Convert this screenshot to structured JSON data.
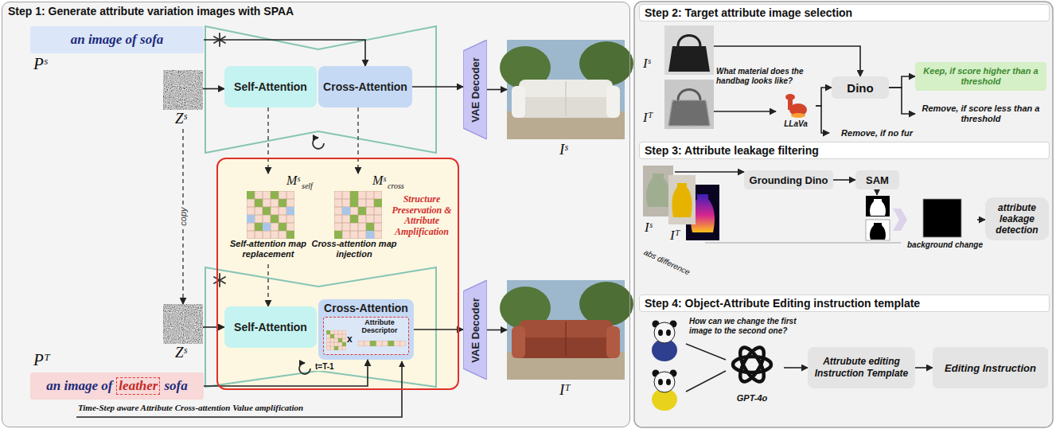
{
  "diagram": {
    "nodes": [
      {
        "text": [
          "Step 1: Generate attribute variation images with SPAA"
        ]
      },
      {
        "text": [
          "an image of sofa"
        ],
        "in": 0
      },
      {
        "text": [
          "Zˢ"
        ],
        "in": 0
      },
      {
        "text": [
          "Self-Attention"
        ],
        "in": 0
      },
      {
        "text": [
          "Cross-Attention"
        ],
        "in": 0
      },
      {
        "text": [
          "VAE Decoder"
        ],
        "in": 0
      },
      {
        "text": [
          "Iˢ"
        ],
        "in": 0
      },
      {
        "text": [
          "Structure Preservation & Attribute Amplification"
        ],
        "in": 0
      },
      {
        "text": [
          "Mˢ",
          "self",
          "Self-attention map replacement"
        ],
        "in": 7
      },
      {
        "text": [
          "Mˢ",
          "cross",
          "Cross-attention map injection"
        ],
        "in": 7
      },
      {
        "text": [
          "Zˢ"
        ],
        "in": 0
      },
      {
        "text": [
          "Self-Attention"
        ],
        "in": 7
      },
      {
        "text": [
          "Cross-Attention"
        ],
        "in": 7
      },
      {
        "text": [
          "Attribute Descriptor"
        ],
        "in": 12
      },
      {
        "text": [
          "VAE Decoder"
        ],
        "in": 0
      },
      {
        "text": [
          "Iᵀ"
        ],
        "in": 0
      },
      {
        "text": [
          "an image of",
          "leather",
          "sofa"
        ],
        "in": 0
      },
      {
        "text": [
          "Step 2: Target attribute image selection"
        ]
      },
      {
        "text": [
          "Iˢ"
        ]
      },
      {
        "text": [
          "Iᵀ"
        ]
      },
      {
        "text": [
          "LLaVa"
        ]
      },
      {
        "text": [
          "Dino"
        ]
      },
      {
        "text": [
          "Keep, if score higher than a threshold"
        ]
      },
      {
        "text": [
          "Remove, if score less than a threshold"
        ]
      },
      {
        "text": [
          "Remove, if no fur"
        ]
      },
      {
        "text": [
          "Step 3: Attribute leakage filtering"
        ]
      },
      {
        "text": [
          "Iˢ"
        ]
      },
      {
        "text": [
          "Iᵀ"
        ]
      },
      {
        "text": [
          "Grounding Dino"
        ]
      },
      {
        "text": [
          "SAM"
        ]
      },
      {
        "text": [
          "background change"
        ]
      },
      {
        "text": [
          "attribute leakage detection"
        ]
      },
      {
        "text": [
          "Step 4: Object-Attribute Editing instruction template"
        ]
      },
      {
        "text": [
          "GPT-4o"
        ]
      },
      {
        "text": [
          "Attrubute editing Instruction Template"
        ]
      },
      {
        "text": [
          "Editing Instruction"
        ]
      }
    ],
    "edges": [
      {
        "from": 1,
        "to": 4,
        "arrow": "to"
      },
      {
        "from": 2,
        "to": 3,
        "arrow": "to"
      },
      {
        "from": 4,
        "to": 5,
        "arrow": "to"
      },
      {
        "from": 5,
        "to": 6,
        "arrow": "to"
      },
      {
        "from": 2,
        "to": 10,
        "label": "copy",
        "arrow": "to"
      },
      {
        "from": 3,
        "to": 8,
        "arrow": "to"
      },
      {
        "from": 4,
        "to": 9,
        "arrow": "to"
      },
      {
        "from": 8,
        "to": 11,
        "arrow": "to"
      },
      {
        "from": 10,
        "to": 11,
        "arrow": "to"
      },
      {
        "from": 12,
        "to": 14,
        "arrow": "to"
      },
      {
        "from": 14,
        "to": 15,
        "arrow": "to"
      },
      {
        "from": 16,
        "to": 12,
        "arrow": "to"
      },
      {
        "from": 18,
        "to": 21,
        "arrow": "to"
      },
      {
        "from": 19,
        "to": 20,
        "arrow": "to"
      },
      {
        "from": 20,
        "to": 21,
        "arrow": "to"
      },
      {
        "from": 20,
        "to": 24,
        "arrow": "to"
      },
      {
        "from": 21,
        "to": 22,
        "arrow": "to"
      },
      {
        "from": 21,
        "to": 23,
        "arrow": "to"
      },
      {
        "from": 26,
        "to": 28,
        "arrow": "to"
      },
      {
        "from": 28,
        "to": 29,
        "arrow": "to"
      },
      {
        "from": 30,
        "to": 31,
        "arrow": "to"
      },
      {
        "from": 33,
        "to": 34,
        "arrow": "to"
      },
      {
        "from": 34,
        "to": 35,
        "arrow": "to"
      }
    ],
    "labels": [
      "Pˢ",
      "x",
      "t=T-1",
      "Pᵀ",
      "Time-Step aware Attribute Cross-attention Value amplification",
      "What material does the handbag looks like?",
      "abs difference",
      "How can we change the first image to the second one?"
    ]
  }
}
